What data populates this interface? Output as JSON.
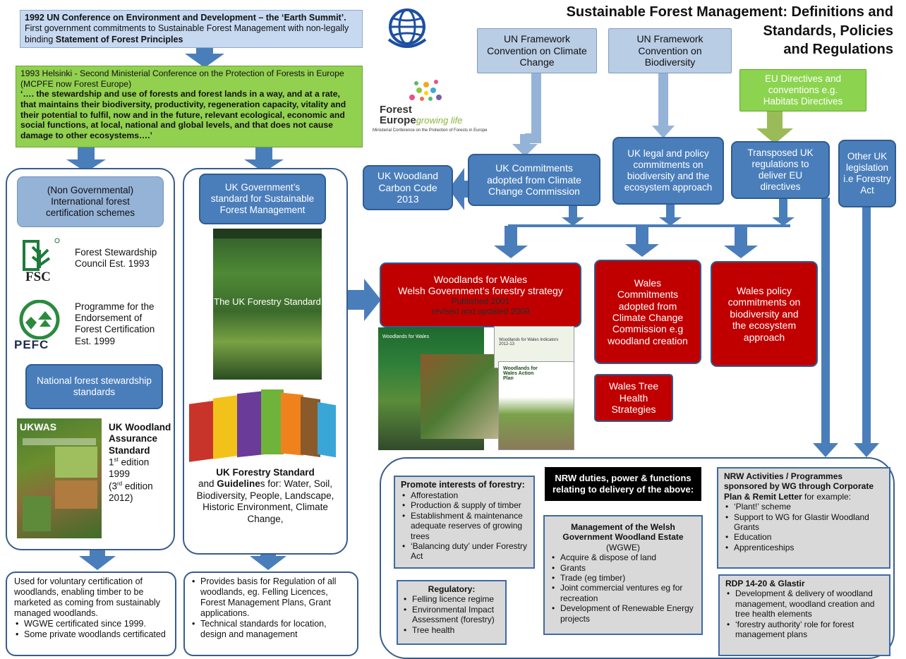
{
  "title": {
    "line1": "Sustainable Forest Management: Definitions and",
    "line2": "Standards, Policies",
    "line3": "and Regulations"
  },
  "earth_summit": {
    "heading": "1992 UN Conference on Environment and Development – the ‘Earth Summit’.",
    "body": "First government commitments to Sustainable Forest Management with non-legally binding ",
    "bold": "Statement of Forest Principles"
  },
  "helsinki": {
    "year": "1993",
    "intro": " Helsinki - Second Ministerial Conference on the Protection of Forests in Europe (MCPFE now Forest Europe)",
    "quote": "‘…. the stewardship and use of forests and forest lands in a way, and at a rate, that maintains their biodiversity, productivity, regeneration capacity, vitality and their potential to fulfil, now and in the future, relevant ecological, economic and social functions, at local, national and global levels, and that does not cause damage to other ecosystems….’"
  },
  "forest_europe": {
    "word1": "Forest",
    "word2": "Europe",
    "tag": "growing life",
    "sub": "Ministerial Conference on the Protection of Forests in Europe"
  },
  "un_climate": "UN Framework Convention on Climate Change",
  "un_biodiversity": "UN Framework Convention on Biodiversity",
  "eu_directives": "EU Directives and conventions e.g. Habitats Directives",
  "uk_carbon": "UK Woodland Carbon Code 2013",
  "uk_commitments": "UK Commitments adopted from Climate Change Commission",
  "uk_legal": "UK legal and policy commitments on biodiversity and the ecosystem approach",
  "transposed": "Transposed UK regulations to deliver EU directives",
  "other_uk": "Other UK legislation i.e Forestry Act",
  "non_gov": "(Non Governmental) International forest certification schemes",
  "fsc": {
    "logo": "FSC",
    "text": "Forest Stewardship Council Est. 1993"
  },
  "pefc": {
    "logo": "PEFC",
    "text": "Programme for the Endorsement of Forest Certification Est. 1999"
  },
  "national_std": "National forest stewardship standards",
  "ukwas": {
    "cover": "UKWAS",
    "title": "UK Woodland Assurance Standard",
    "ed1": "1",
    "ed1_sup": "st",
    "ed1_rest": " edition",
    "ed1_year": "1999",
    "ed3_open": "(3",
    "ed3_sup": "rd",
    "ed3_rest": " edition",
    "ed3_year": "2012)"
  },
  "uk_gov_std": "UK Government’s standard for Sustainable Forest Management",
  "ukfs_cover": "The UK Forestry Standard",
  "ukfs_caption": {
    "bold1": "UK Forestry Standard",
    "and": "and ",
    "bold2": "Guideline",
    "rest": "s for: Water, Soil, Biodiversity, People, Landscape, Historic Environment, Climate Change,"
  },
  "wfw": {
    "line1": "Woodlands for Wales",
    "line2": "Welsh Government’s forestry strategy",
    "line3": "Published 2001",
    "line4": "revised and updated 2009"
  },
  "wfw_cover": "Woodlands for Wales",
  "wfw_indicators": "Woodlands for Wales Indicators 2012-13",
  "wfw_action": "Woodlands for Wales Action Plan",
  "wales_commit": "Wales Commitments adopted from Climate Change Commission e.g woodland creation",
  "wales_policy": "Wales policy commitments on biodiversity and the ecosystem approach",
  "wales_tree": "Wales Tree Health Strategies",
  "voluntary": {
    "text": "Used for voluntary certification of woodlands, enabling timber to be marketed as coming from sustainably managed woodlands.",
    "items": [
      "WGWE certificated since 1999.",
      "Some private woodlands certificated"
    ]
  },
  "regulation": {
    "items": [
      "Provides basis for Regulation of all woodlands, eg. Felling Licences, Forest Management Plans, Grant applications.",
      "Technical standards for location, design and management"
    ]
  },
  "nrw_duties": "NRW duties, power & functions relating to delivery of the above:",
  "promote": {
    "title": "Promote interests of forestry:",
    "items": [
      "Afforestation",
      "Production & supply of timber",
      "Establishment & maintenance adequate reserves of growing trees",
      "‘Balancing duty’ under Forestry Act"
    ]
  },
  "regulatory": {
    "title": "Regulatory:",
    "items": [
      "Felling licence regime",
      "Environmental Impact Assessment (forestry)",
      "Tree health"
    ]
  },
  "wgwe": {
    "title": "Management of the Welsh Government Woodland Estate",
    "abbr": "(WGWE)",
    "items": [
      "Acquire & dispose of land",
      "Grants",
      "Trade (eg timber)",
      "Joint commercial ventures eg for recreation",
      "Development of Renewable Energy projects"
    ]
  },
  "nrw_activities": {
    "title": "NRW Activities / Programmes sponsored by WG through Corporate Plan & Remit Letter",
    "suffix": " for example:",
    "items": [
      "‘Plant!’ scheme",
      "Support to WG for Glastir Woodland Grants",
      "Education",
      "Apprenticeships"
    ]
  },
  "rdp": {
    "title": "RDP 14-20 & Glastir",
    "items": [
      "Development & delivery of woodland management, woodland creation and tree health elements",
      "‘forestry authority’ role for forest management plans"
    ]
  },
  "colors": {
    "blue": "#4a7ebb",
    "pale_blue": "#b9cde5",
    "mid_blue": "#95b3d7",
    "green": "#8cd44f",
    "red": "#c00000",
    "grey": "#d9d9d9"
  }
}
